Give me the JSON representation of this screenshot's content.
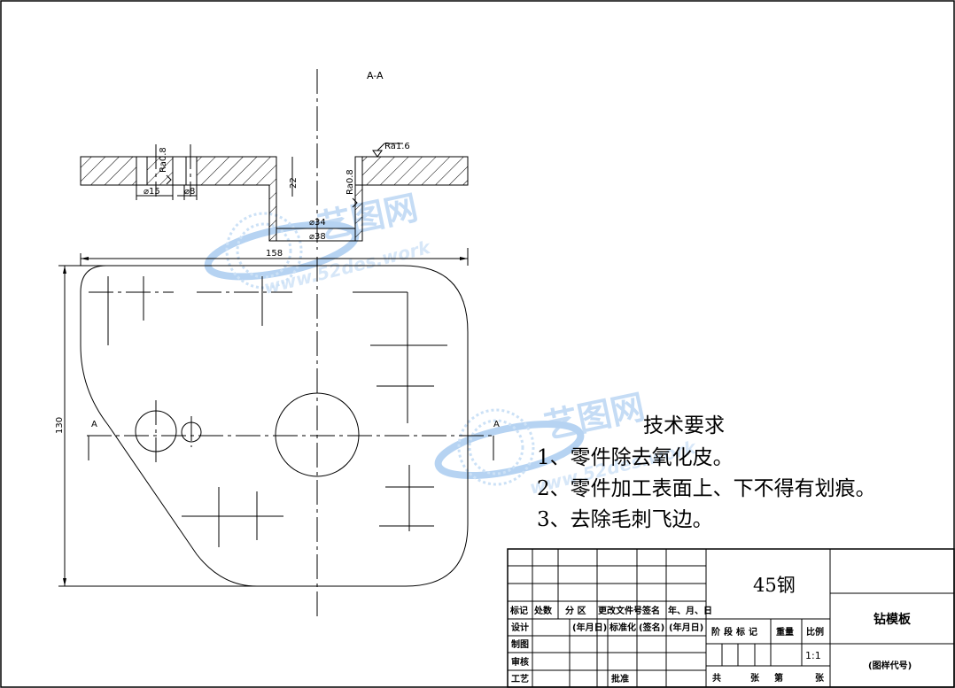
{
  "section_label": "A-A",
  "cut_labels": {
    "left": "A",
    "right": "A"
  },
  "dimensions": {
    "d15": "⌀15",
    "d8": "⌀8",
    "d34": "⌀34",
    "d38": "⌀38",
    "depth22": "22",
    "width158": "158",
    "height130": "130"
  },
  "roughness": {
    "top": "Ra1.6",
    "left_hole": "Ra0.8",
    "center_hole": "Ra0.8"
  },
  "tech_requirements": {
    "title": "技术要求",
    "items": [
      "1、零件除去氧化皮。",
      "2、零件加工表面上、下不得有划痕。",
      "3、去除毛刺飞边。"
    ]
  },
  "title_block": {
    "row_labels": [
      "标记",
      "处数",
      "分 区",
      "更改文件号",
      "签名",
      "年、月、日"
    ],
    "design": "设计",
    "date1": "(年月日)",
    "standard": "标准化",
    "signature": "(签名)",
    "date2": "(年月日)",
    "draw": "制图",
    "check": "审核",
    "process": "工艺",
    "approve": "批准",
    "material": "45钢",
    "part_name": "钻模板",
    "drawing_no": "(图样代号)",
    "stage_mark": "阶段标记",
    "weight": "重量",
    "scale_label": "比例",
    "scale": "1:1",
    "sheets_total": "共",
    "sheets_unit": "张",
    "sheet_no": "第",
    "sheet_unit2": "张"
  },
  "watermark": {
    "brand": "艺图网",
    "url": "www.52des.work"
  }
}
